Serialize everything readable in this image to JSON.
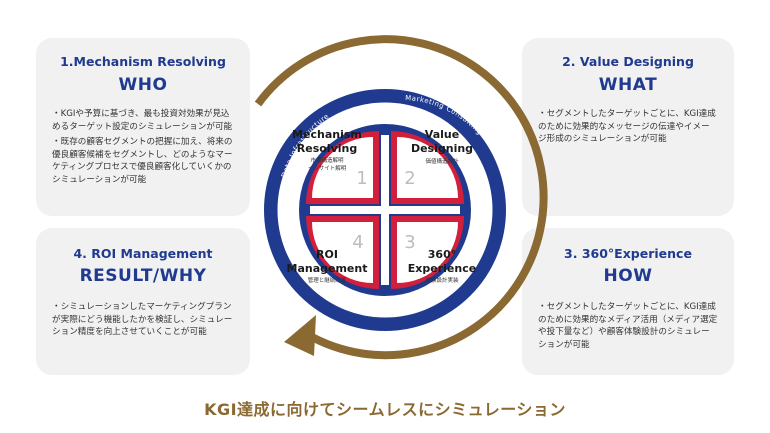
{
  "cards": [
    {
      "title": "1.Mechanism Resolving",
      "key": "WHO",
      "bullets": [
        "・KGIや予算に基づき、最も投資対効果が見込めるターゲット設定のシミュレーションが可能",
        "・既存の顧客セグメントの把握に加え、将来の優良顧客候補をセグメントし、どのようなマーケティングプロセスで優良顧客化していくかのシミュレーションが可能"
      ]
    },
    {
      "title": "2. Value Designing",
      "key": "WHAT",
      "bullets": [
        "・セグメントしたターゲットごとに、KGI達成のために効果的なメッセージの伝達やイメージ形成のシミュレーションが可能"
      ]
    },
    {
      "title": "3. 360°Experience",
      "key": "HOW",
      "bullets": [
        "・セグメントしたターゲットごとに、KGI達成のために効果的なメディア活用（メディア選定や投下量など）や顧客体験設計のシミュレーションが可能"
      ]
    },
    {
      "title": "4. ROI Management",
      "key": "RESULT/WHY",
      "bullets": [
        "・シミュレーションしたマーケティングプランが実際にどう機能したかを検証し、シミュレーション精度を向上させていくことが可能"
      ]
    }
  ],
  "diagram": {
    "outer_label_left": "Data Infrastructure",
    "outer_label_right": "Marketing Consulting",
    "petals": [
      {
        "num": "1",
        "title1": "Mechanism",
        "title2": "Resolving",
        "sub1": "市場構造解明",
        "sub2": "インサイト解明"
      },
      {
        "num": "2",
        "title1": "Value",
        "title2": "Designing",
        "sub1": "価値構造設計",
        "sub2": ""
      },
      {
        "num": "3",
        "title1": "360°",
        "title2": "Experience",
        "sub1": "体験設計実装",
        "sub2": ""
      },
      {
        "num": "4",
        "title1": "ROI",
        "title2": "Management",
        "sub1": "管理と継続改善",
        "sub2": ""
      }
    ]
  },
  "footer": "KGI達成に向けてシームレスにシミュレーション",
  "colors": {
    "navy": "#1f3a8f",
    "red": "#d21f3c",
    "gold": "#8a6a32",
    "card_bg": "#f1f1f1"
  }
}
